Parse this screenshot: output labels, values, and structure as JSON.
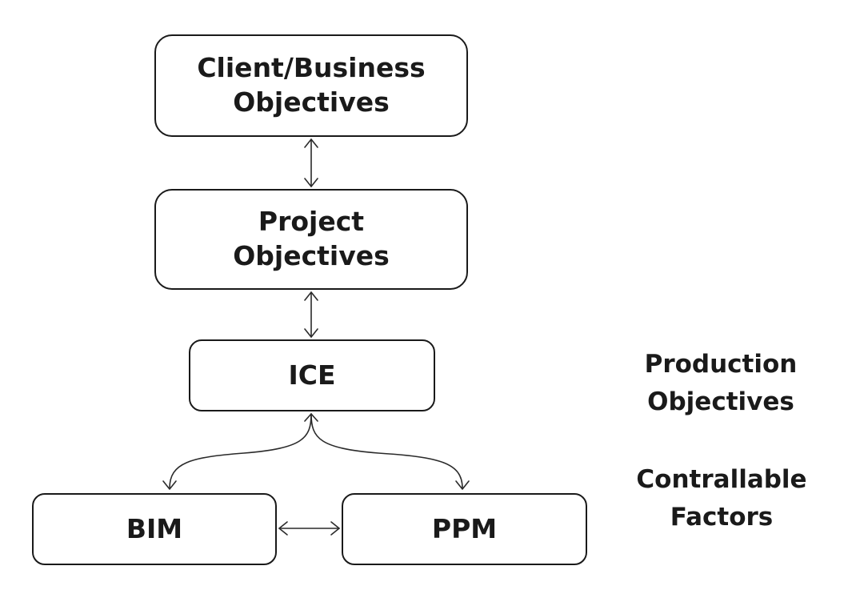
{
  "diagram": {
    "nodes": {
      "client": {
        "line1": "Client/Business",
        "line2": "Objectives"
      },
      "project": {
        "line1": "Project",
        "line2": "Objectives"
      },
      "ice": {
        "label": "ICE"
      },
      "bim": {
        "label": "BIM"
      },
      "ppm": {
        "label": "PPM"
      }
    },
    "side_labels": {
      "production": {
        "line1": "Production",
        "line2": "Objectives"
      },
      "factors": {
        "line1": "Contrallable",
        "line2": "Factors"
      }
    },
    "edges": [
      {
        "from": "client",
        "to": "project",
        "direction": "both"
      },
      {
        "from": "project",
        "to": "ice",
        "direction": "both"
      },
      {
        "from": "ice",
        "to": "bim",
        "direction": "both"
      },
      {
        "from": "ice",
        "to": "ppm",
        "direction": "both"
      },
      {
        "from": "bim",
        "to": "ppm",
        "direction": "both"
      }
    ]
  }
}
